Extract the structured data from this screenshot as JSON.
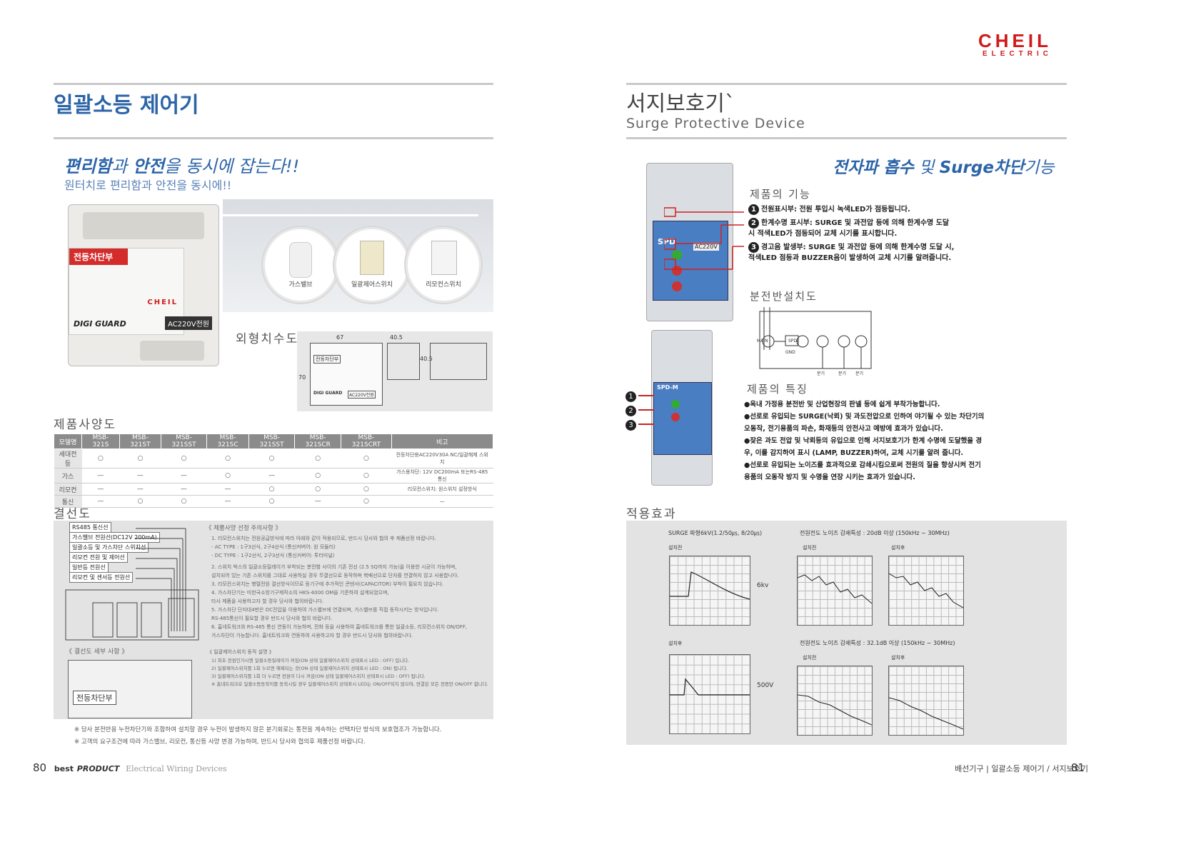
{
  "brand": {
    "logo_line1": "CHEIL",
    "logo_line2": "ELECTRIC"
  },
  "left": {
    "title": "일괄소등 제어기",
    "headline_bold1": "편리함",
    "headline_mid1": "과 ",
    "headline_bold2": "안전",
    "headline_rest": "을 동시에 잡는다!!",
    "subheadline": "원터치로 편리함과 안전을 동시에!!",
    "device_label": "전등차단부",
    "device_brand": "DIGI GUARD",
    "device_power": "AC220V전원",
    "device_logo": "CHEIL",
    "circle_labels": [
      "가스밸브",
      "일괄제어스위치",
      "리모컨스위치"
    ],
    "dims_title": "외형치수도",
    "dims_values": [
      "67",
      "40.5",
      "70",
      "40.5"
    ],
    "dims_device_label": "전등차단부",
    "dims_device_brand": "DIGI GUARD",
    "dims_device_power": "AC220V전원",
    "spec_title": "제품사양도",
    "spec_headers": [
      "모델명",
      "MSB-321S",
      "MSB-321ST",
      "MSB-321SST",
      "MSB-321SC",
      "MSB-321SST",
      "MSB-321SCR",
      "MSB-321SCRT",
      "비고"
    ],
    "spec_rows": [
      [
        "세대전등",
        "○",
        "○",
        "○",
        "○",
        "○",
        "○",
        "○",
        "전등차단용AC220V30A NC/일괄해제 스위치"
      ],
      [
        "가스",
        "—",
        "—",
        "—",
        "○",
        "—",
        "○",
        "○",
        "가스용차단: 12V DC200mA 또는RS-485 통신"
      ],
      [
        "리모컨",
        "—",
        "—",
        "—",
        "—",
        "○",
        "○",
        "○",
        "리모컨스위치: 원스위치 설정방식"
      ],
      [
        "통신",
        "—",
        "○",
        "○",
        "—",
        "○",
        "—",
        "○",
        "—"
      ]
    ],
    "wiring_title": "결선도",
    "wiring_labels": [
      "RS485 통신선",
      "가스밸브 전원선(DC12V 200mA)",
      "일괄소등 및 가스차단 스위치선",
      "리모컨 전원 및 제어선",
      "일반등 전원선",
      "리모컨 및 센서등 전원선"
    ],
    "wiring_notes_title": "《 제품사양 선정 주의사항 》",
    "wiring_notes": [
      "1. 리모컨스위치는 전원공급방식에 따라 아래와 같이 적용되므로, 반드시 당사와 협의 후 제품선정 바랍니다.",
      "   - AC TYPE : 1구3선식, 2구4선식 (통신커버어: 원 모듈러)",
      "   - DC TYPE : 1구2선식, 2구3선식 (통신커버어: 투터미널)",
      "2. 스위치 박스의 일괄소등릴레이가 부착되는 분전함 사이의 기존 전선 (2.5 SQ까지 가능)을 이용한 시공이 가능하며,",
      "   설치되어 있는 기존 스위치를 그대로 사용하실 경우 무결선으로 동작하며 복배선으로 단자를 연결하지 않고 사용합니다.",
      "3. 리모컨스위치는 병렬전원 결선방식이므로 등기구에 추가적인 콘덴서(CAPACITOR) 부착이 필요치 않습니다.",
      "4. 가스차단기는 미한국소방기구제작소의 HKS-4000 OM을 기준하여 설계되었으며,",
      "   타사 제품을 사용하고자 할 경우 당사와 협의바랍니다.",
      "5. 가스차단 단자대4번은 DC전압을 이용하여 가스밸브에 연결되며, 가스밸브를 직접 동작시키는 방식입니다.",
      "   RS-485통신이 필요할 경우 반드시 당사와 협의 바랍니다.",
      "6. 홈네트워크와 RS-485 통신 연동이 가능하며, 전화 등을 사용하여 홈네트워크를 통한 일괄소등, 리모컨스위치 ON/OFF,",
      "   가스차단이 가능합니다. 홈네트워크와 연동하여 사용하고자 할 경우 반드시 당사와 협의바랍니다."
    ],
    "wiring_notes2_title": "《 일괄제어스위치 동작 설명 》",
    "wiring_notes2": [
      "1) 최초 전원인가시엔 일괄소등릴레이가 켜짐(ON 상태 일괄제어스위치 상태표시 LED : OFF) 입니다.",
      "2) 일괄제어스위치를 1회 누르면 해제되는 것(ON 상태 일괄제어스위치 상태표시 LED : ON) 됩니다.",
      "3) 일괄제어스위치를 1회 더 누르면 전원이 다시 켜짐(ON 상태 일괄제어스위치 상태표시 LED : OFF) 됩니다.",
      "※ 홈네트워크로 일괄소등동작이를 동작시킬 경우 일괄제어스위치 상태표시 LED는 ON/OFF되지 않으며, 연결된 모든 전등만 ON/OFF 합니다."
    ],
    "wiring_detail_title": "《 결선도 세부 사항 》",
    "wiring_detail_label": "전등차단부",
    "footnotes": [
      "※ 당사 분전반용 누전차단기와 조합하여 설치할 경우 누전이 발생하지 않은 분기회로는 통전을 계속하는 선택차단 방식의 보호협조가 가능합니다.",
      "※ 고객의 요구조건에 따라 가스밸브, 리모컨, 통신등 사양 변경 가능하며, 반드시 당사와 협의후 제품선정 바랍니다."
    ]
  },
  "right": {
    "title": "서지보호기`",
    "subtitle": "Surge Protective Device",
    "headline_bold1": "전자파 흡수",
    "headline_mid": " 및 ",
    "headline_bold2": "Surge차단",
    "headline_rest": "기능",
    "device1_label": "SPD",
    "device1_power": "AC220V",
    "device2_label": "SPD-M",
    "func_title": "제품의 기능",
    "functions": [
      {
        "num": "1",
        "text": "전원표시부: 전원 투입시 녹색LED가 점등됩니다."
      },
      {
        "num": "2",
        "text": "한계수명 표시부: SURGE 및 과전압 등에 의해 한계수명 도달 시 적색LED가 점등되어 교체 시기를 표시합니다."
      },
      {
        "num": "3",
        "text": "경고음 발생부: SURGE 및 과전압 등에 의해 한계수명 도달 시, 적색LED 점등과 BUZZER음이 발생하여 교체 시기를 알려줍니다."
      }
    ],
    "panel_title": "분전반설치도",
    "panel_labels": [
      "MAIN",
      "SPD",
      "GND",
      "분기",
      "분기",
      "분기"
    ],
    "feat_title": "제품의 특징",
    "features": [
      "●옥내 가정용 분전반 및 산업현장의 판넬 등에 쉽게 부착가능합니다.",
      "●선로로 유입되는 SURGE(낙뢰) 및 과도전압으로 인하여 야기될 수 있는 차단기의 오동작, 전기용품의 파손, 화재등의 안전사고 예방에 효과가 있습니다.",
      "●잦은 과도 전압 및 낙뢰등의 유입으로 인해 서지보호기가 한계 수명에 도달했을 경우, 이를 감지하여 표시 (LAMP, BUZZER)하여, 교체 시기를 알려 줍니다.",
      "●선로로 유입되는 노이즈를 효과적으로 감쇄시킴으로써 전원의 질을 향상시켜 전기용품의 오동작 방지 및 수명을 연장 시키는 효과가 있습니다."
    ],
    "effect_title": "적용효과",
    "scope_title1": "SURGE 파형6kV(1.2/50㎲, 8/20㎲)",
    "scope_title2": "전원전도 노이즈 감쇄특성 : 20dB 이상 (150kHz ~ 30MHz)",
    "scope_title3": "전원전도 노이즈 감쇄특성 : 32.1dB 이상 (150kHz ~ 30MHz)",
    "scope_before": "설치전",
    "scope_after": "설치후",
    "scope_v1": "6kv",
    "scope_v2": "500V"
  },
  "footer": {
    "page_left": "80",
    "brand_best": "best",
    "brand_product": "PRODUCT",
    "brand_desc": "Electrical Wiring Devices",
    "right_text": "배선기구 | 일괄소등 제어기 / 서지보호기",
    "page_right": "81"
  }
}
